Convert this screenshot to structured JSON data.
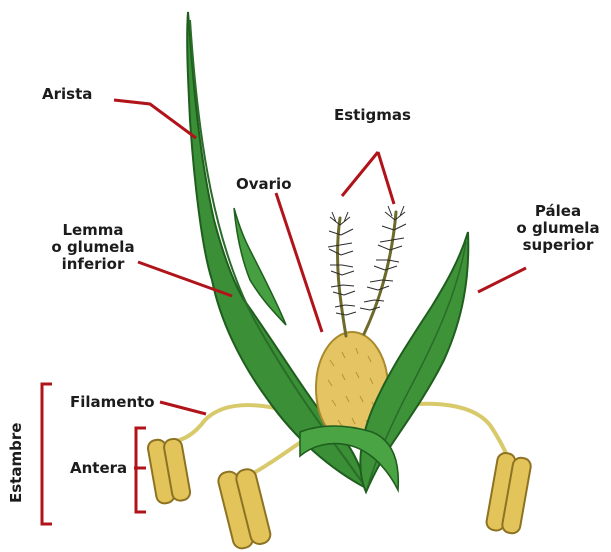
{
  "colors": {
    "leader": "#b0141a",
    "leaf_dark": "#2f7d2c",
    "leaf_mid": "#3f9a3a",
    "ovary": "#e3c462",
    "anther": "#e2c35a",
    "filament": "#d9c765",
    "text": "#1c1c1c"
  },
  "labels": {
    "arista": "Arista",
    "estigmas": "Estigmas",
    "ovario": "Ovario",
    "lemma_line1": "Lemma",
    "lemma_line2": "o glumela",
    "lemma_line3": "inferior",
    "palea_line1": "Pálea",
    "palea_line2": "o glumela",
    "palea_line3": "superior",
    "filamento": "Filamento",
    "antera": "Antera",
    "estambre": "Estambre"
  }
}
